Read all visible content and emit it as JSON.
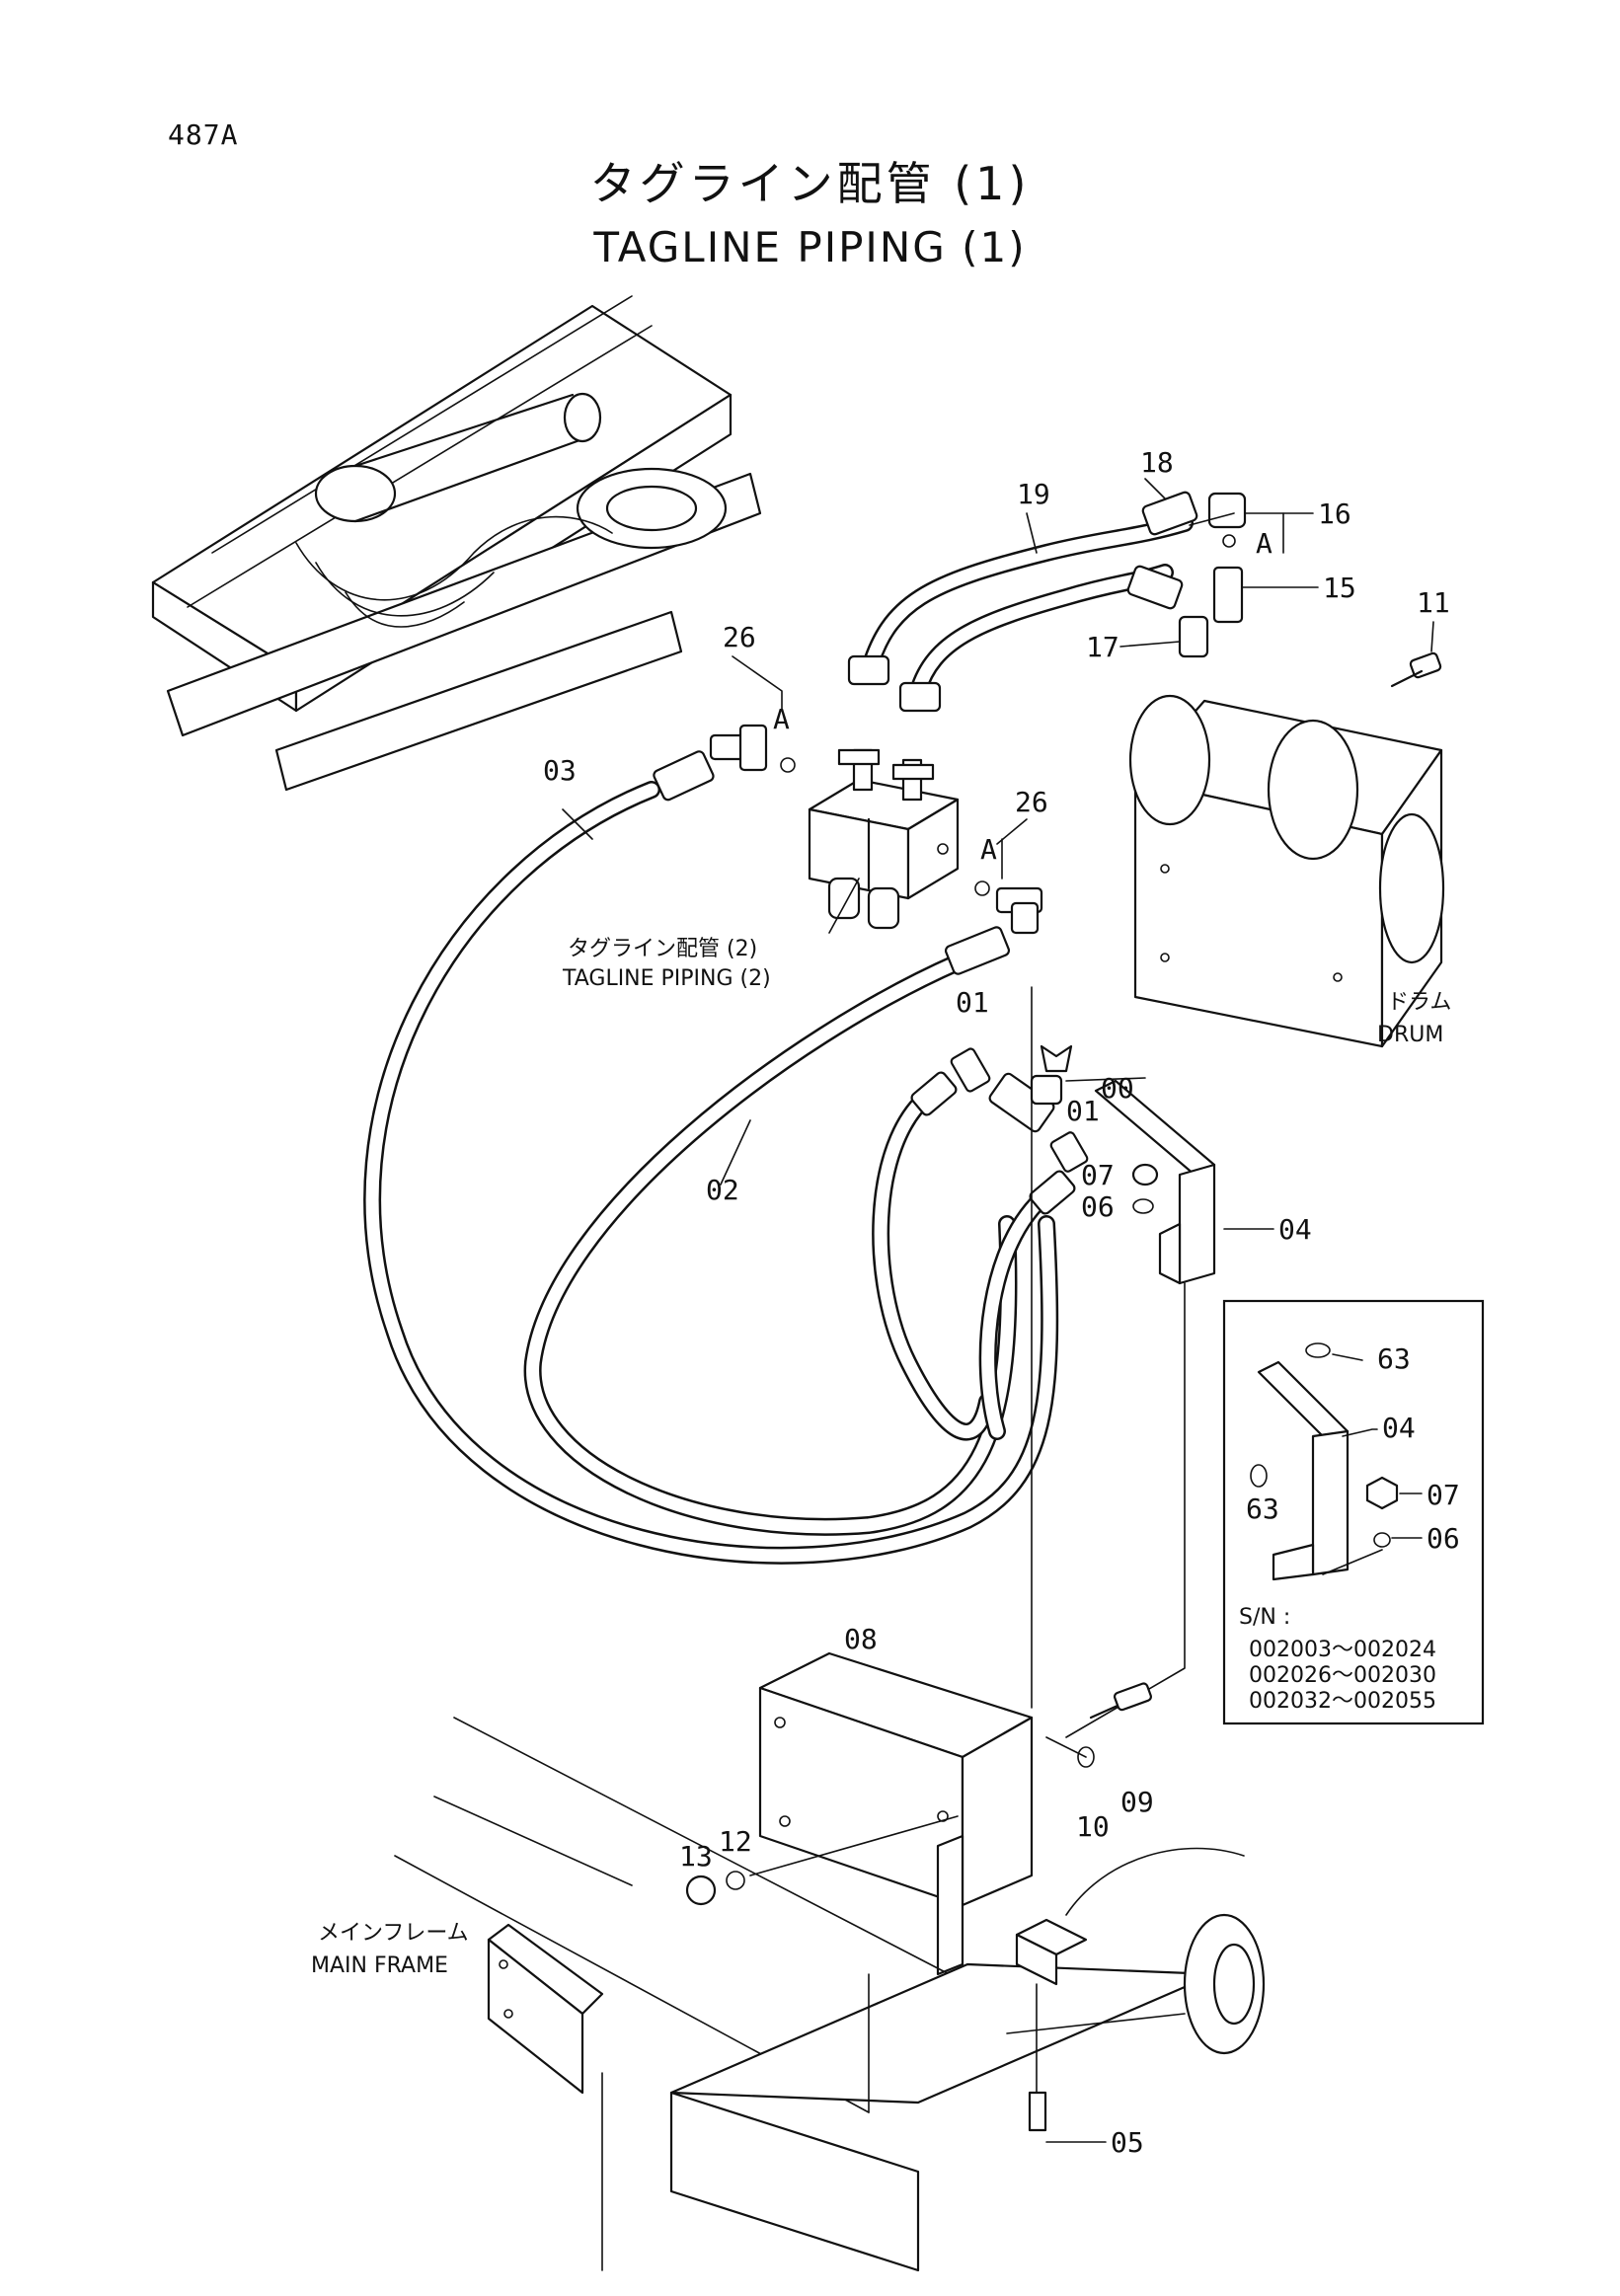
{
  "page_id": "487A",
  "title": {
    "jp": "タグライン配管 (1)",
    "en": "TAGLINE PIPING (1)"
  },
  "callouts": {
    "c00": "00",
    "c01a": "01",
    "c01b": "01",
    "c02": "02",
    "c03": "03",
    "c04": "04",
    "c05": "05",
    "c06": "06",
    "c07": "07",
    "c08": "08",
    "c09": "09",
    "c10": "10",
    "c11": "11",
    "c12": "12",
    "c13": "13",
    "c15": "15",
    "c16": "16",
    "c17": "17",
    "c18": "18",
    "c19": "19",
    "c26a": "26",
    "c26b": "26",
    "detail_a1": "A",
    "detail_a2": "A",
    "detail_a3": "A"
  },
  "labels": {
    "tagline2_jp": "タグライン配管 (2)",
    "tagline2_en": "TAGLINE PIPING (2)",
    "drum_jp": "ドラム",
    "drum_en": "DRUM",
    "mainframe_jp": "メインフレーム",
    "mainframe_en": "MAIN FRAME"
  },
  "inset": {
    "c63a": "63",
    "c63b": "63",
    "c04": "04",
    "c07": "07",
    "c06": "06",
    "sn_label": "S/N :",
    "sn_ranges": [
      "002003～002024",
      "002026～002030",
      "002032～002055"
    ]
  }
}
